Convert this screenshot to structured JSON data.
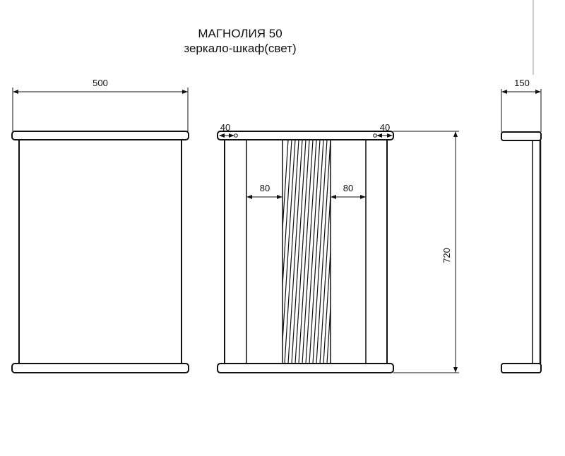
{
  "title": {
    "model": "МАГНОЛИЯ 50",
    "subtitle": "зеркало-шкаф(свет)"
  },
  "views": {
    "front": {
      "width_label": "500"
    },
    "open": {
      "left_offset_label": "40",
      "right_offset_label": "40",
      "left_inner_label": "80",
      "right_inner_label": "80",
      "height_label": "720"
    },
    "side": {
      "depth_label": "150"
    }
  },
  "colors": {
    "line": "#111111",
    "guide": "#9a9a9a",
    "background": "#ffffff"
  }
}
